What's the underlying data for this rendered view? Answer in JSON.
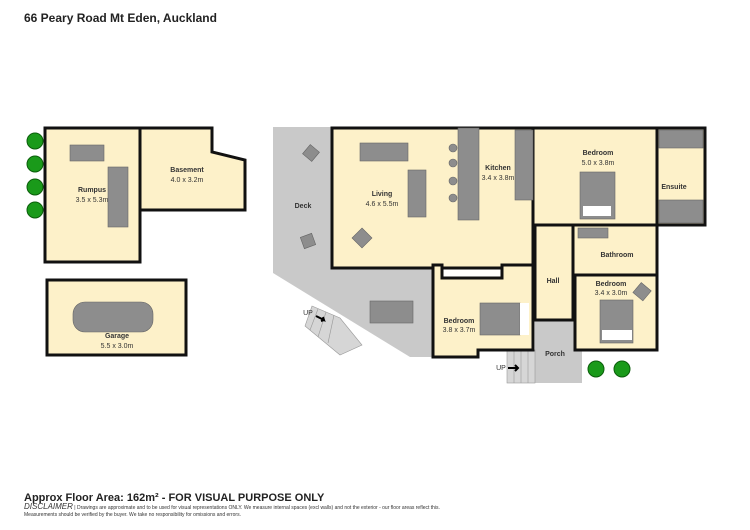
{
  "title": "66 Peary Road Mt Eden, Auckland",
  "rooms": {
    "rumpus": {
      "name": "Rumpus",
      "size": "3.5 x 5.3m"
    },
    "basement": {
      "name": "Basement",
      "size": "4.0 x 3.2m"
    },
    "garage": {
      "name": "Garage",
      "size": "5.5 x 3.0m"
    },
    "deck": {
      "name": "Deck"
    },
    "living": {
      "name": "Living",
      "size": "4.6 x 5.5m"
    },
    "kitchen": {
      "name": "Kitchen",
      "size": "3.4 x 3.8m"
    },
    "bedroom1": {
      "name": "Bedroom",
      "size": "5.0 x 3.8m"
    },
    "ensuite": {
      "name": "Ensuite"
    },
    "bathroom": {
      "name": "Bathroom"
    },
    "hall": {
      "name": "Hall"
    },
    "bedroom2": {
      "name": "Bedroom",
      "size": "3.4 x 3.0m"
    },
    "bedroom3": {
      "name": "Bedroom",
      "size": "3.8 x 3.7m"
    },
    "porch": {
      "name": "Porch"
    }
  },
  "stairs": {
    "up_label": "UP"
  },
  "colors": {
    "room_fill": "#fdf1c9",
    "outdoor": "#c9c9c9",
    "wall": "#111111",
    "tree": "#1a9a1a"
  },
  "footer": {
    "area": "Approx Floor Area: 162m² - FOR VISUAL PURPOSE ONLY",
    "disclaimer_label": "DISCLAIMER",
    "disclaimer_text": "| Drawings are approximate and to be used for visual representations ONLY. We measure internal spaces (excl walls) and not the exterior - our floor areas reflect this.",
    "disclaimer_text2": "Measurements should be verified by the buyer. We take no responsibility for omissions and errors."
  }
}
